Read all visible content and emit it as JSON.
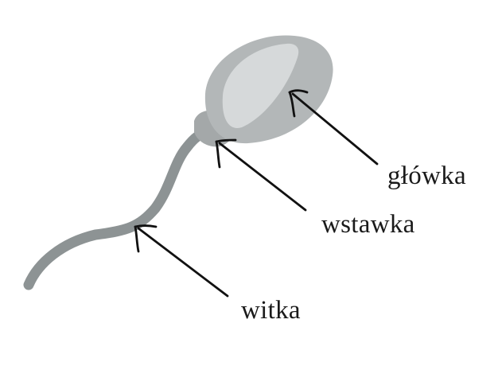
{
  "labels": {
    "head": "główka",
    "midpiece": "wstawka",
    "tail": "witka"
  },
  "colors": {
    "head_outer": "#b3b7b8",
    "head_inner": "#d6d9da",
    "midpiece": "#a4a8a9",
    "tail": "#8d9394",
    "arrow": "#111111",
    "text": "#1a1a1a"
  }
}
